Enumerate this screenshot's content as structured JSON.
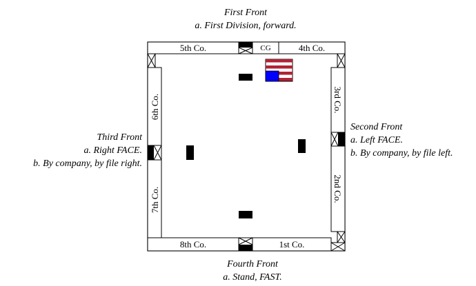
{
  "fronts": {
    "first": {
      "title": "First Front",
      "line1": "a. First Division, forward."
    },
    "second": {
      "title": "Second Front",
      "line1": "a. Left FACE.",
      "line2": "b. By company, by file left."
    },
    "third": {
      "title": "Third Front",
      "line1": "a. Right FACE.",
      "line2": "b. By company, by file right."
    },
    "fourth": {
      "title": "Fourth Front",
      "line1": "a. Stand, FAST."
    }
  },
  "companies": {
    "first": "1st Co.",
    "second": "2nd Co.",
    "third": "3rd Co.",
    "fourth": "4th Co.",
    "fifth": "5th Co.",
    "sixth": "6th Co.",
    "seventh": "7th Co.",
    "eighth": "8th Co."
  },
  "color_guard": "CG",
  "colors": {
    "flag_red": "#b22234",
    "flag_blue": "#0000ff",
    "outline": "#000000"
  }
}
